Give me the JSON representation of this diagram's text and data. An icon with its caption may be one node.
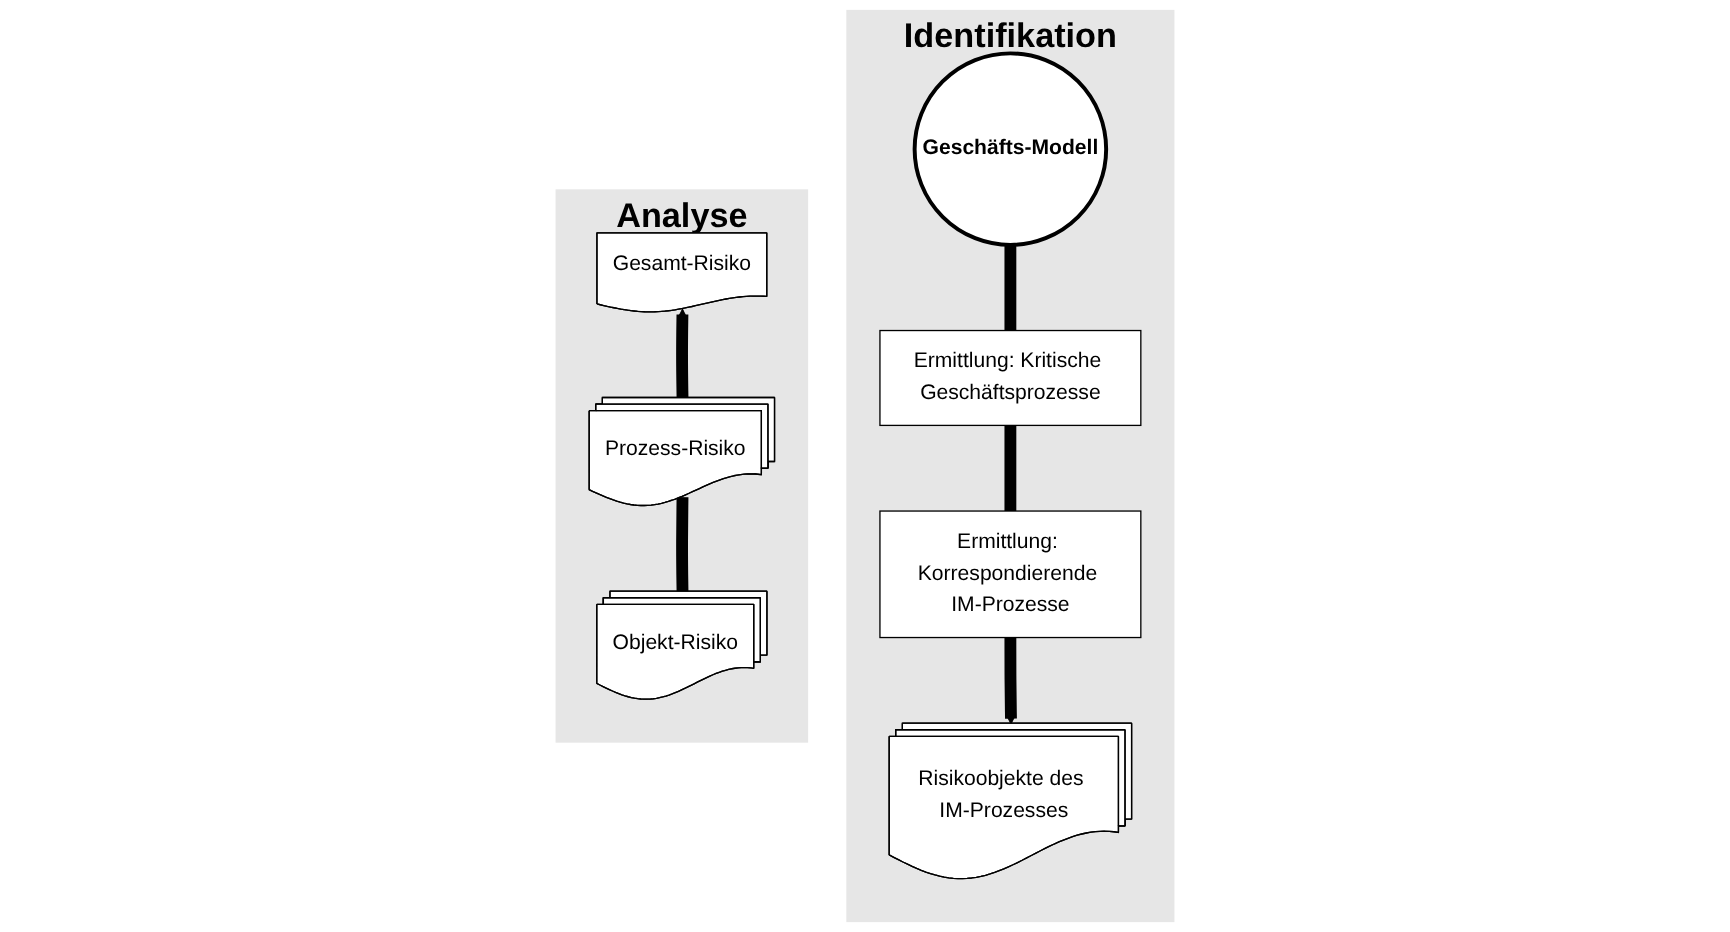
{
  "diagram": {
    "nodes": [
      {
        "text": [
          "Identifikation"
        ]
      },
      {
        "text": [
          "Geschäfts-Modell"
        ],
        "in": 0
      },
      {
        "text": [
          "Ermittlung: Kritische Geschäftsprozesse"
        ],
        "in": 0
      },
      {
        "text": [
          "Ermittlung: Korrespondierende IM-Prozesse"
        ],
        "in": 0
      },
      {
        "text": [
          "Risikoobjekte des IM-Prozesses"
        ],
        "in": 0
      },
      {
        "text": [
          "Analyse"
        ]
      },
      {
        "text": [
          "Gesamt-Risiko"
        ],
        "in": 5
      },
      {
        "text": [
          "Prozess-Risiko"
        ],
        "in": 5
      },
      {
        "text": [
          "Objekt-Risiko"
        ],
        "in": 5
      }
    ],
    "edges": [
      {
        "from": 1,
        "to": 2,
        "arrow": "none"
      },
      {
        "from": 2,
        "to": 3,
        "arrow": "none"
      },
      {
        "from": 3,
        "to": 4,
        "arrow": "to"
      },
      {
        "from": 8,
        "to": 7,
        "arrow": "none"
      },
      {
        "from": 7,
        "to": 6,
        "arrow": "to"
      }
    ]
  }
}
